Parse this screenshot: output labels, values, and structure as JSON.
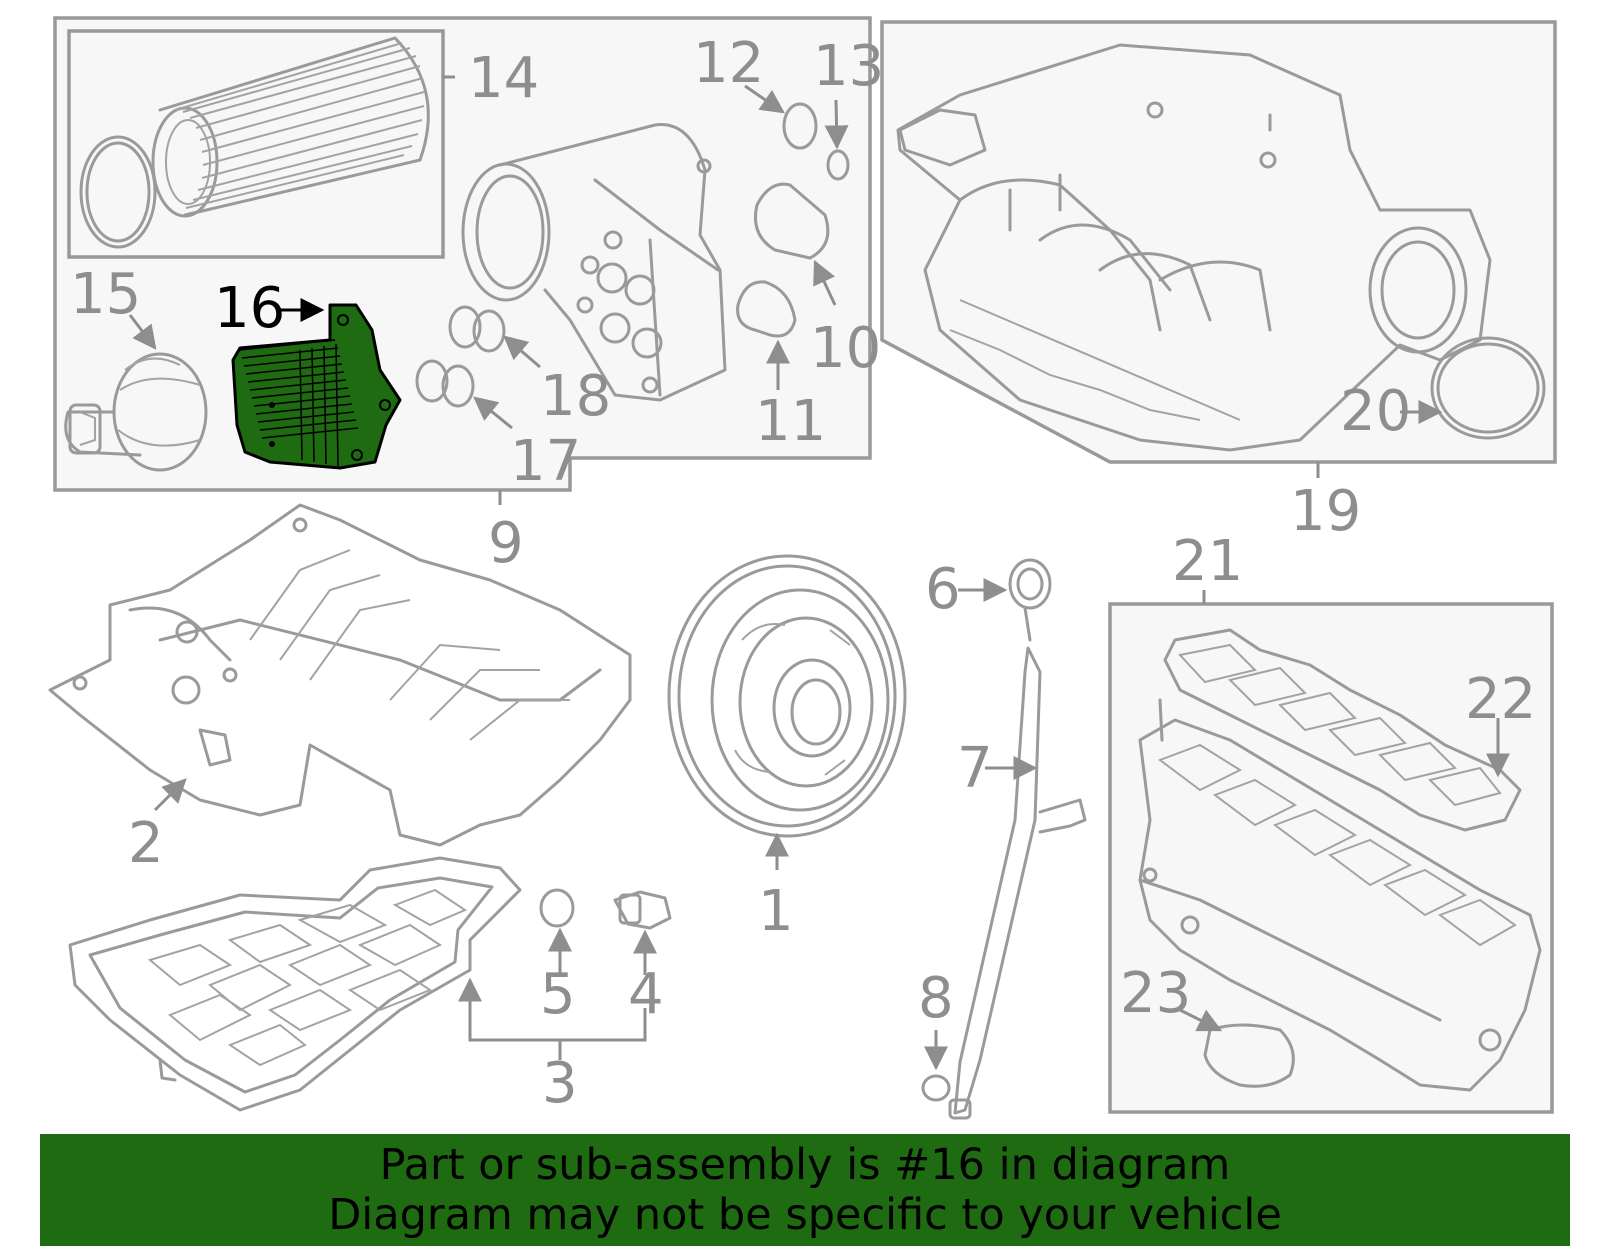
{
  "diagram": {
    "callouts": {
      "c1": "1",
      "c2": "2",
      "c3": "3",
      "c4": "4",
      "c5": "5",
      "c6": "6",
      "c7": "7",
      "c8": "8",
      "c9": "9",
      "c10": "10",
      "c11": "11",
      "c12": "12",
      "c13": "13",
      "c14": "14",
      "c15": "15",
      "c16": "16",
      "c17": "17",
      "c18": "18",
      "c19": "19",
      "c20": "20",
      "c21": "21",
      "c22": "22",
      "c23": "23"
    },
    "highlighted_part": "16",
    "highlight_color": "#1e6b12",
    "line_color": "#9a9a9a"
  },
  "banner": {
    "line1": "Part or sub-assembly is #16 in diagram",
    "line2": "Diagram may not be specific to your vehicle",
    "background": "#1e6b12"
  }
}
